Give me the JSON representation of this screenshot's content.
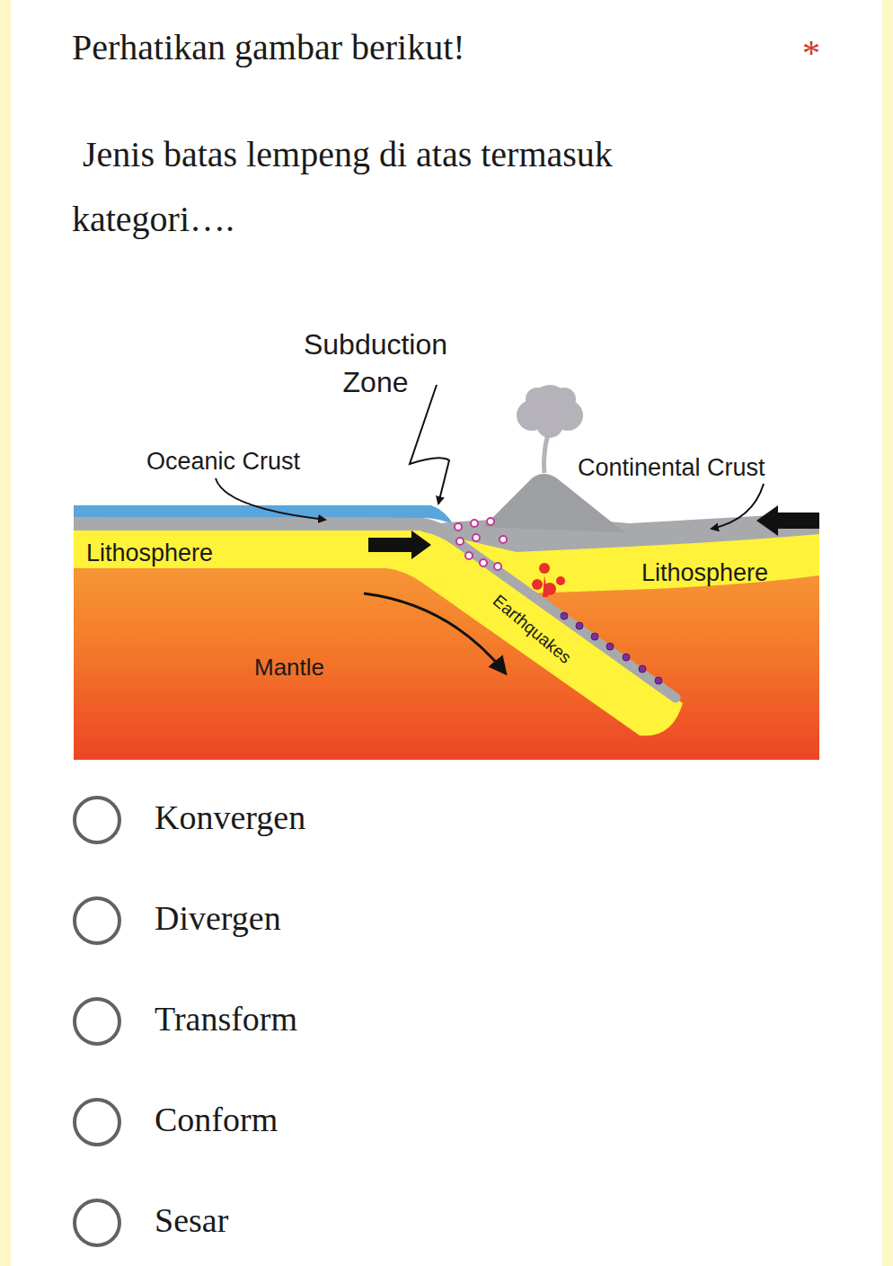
{
  "diagram": {
    "title": "Perhatikan gambar berikut!",
    "labels": [
      "*",
      "Jenis batas lempeng di atas termasuk kategori….",
      "Subduction Zone",
      "Oceanic Crust",
      "Continental Crust",
      "Lithosphere",
      "Lithosphere",
      "Mantle",
      "Earthquakes",
      "Konvergen",
      "Divergen",
      "Transform",
      "Conform",
      "Sesar"
    ]
  }
}
